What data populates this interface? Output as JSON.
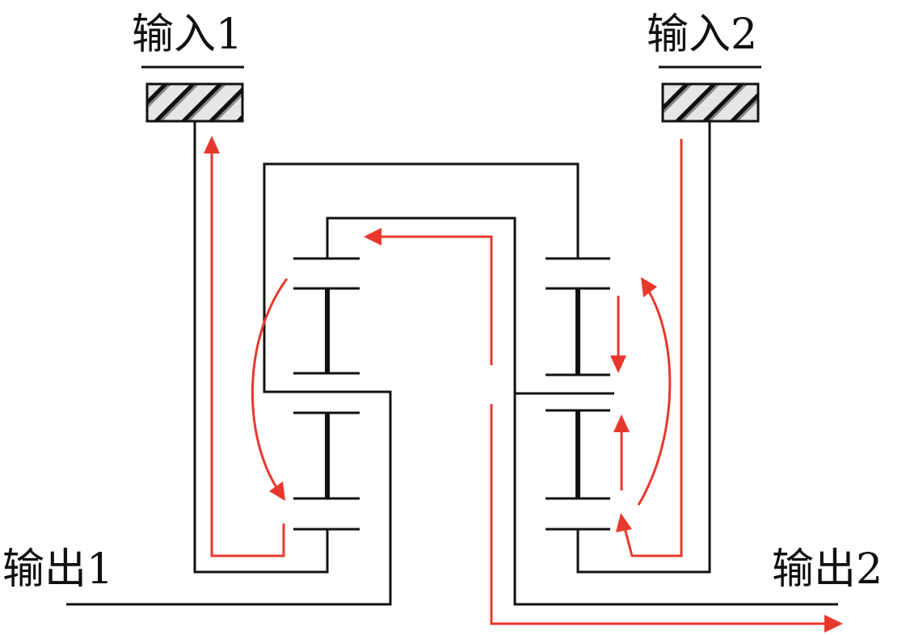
{
  "labels": {
    "input1": "输入1",
    "input2": "输入2",
    "output1": "输出1",
    "output2": "输出2"
  },
  "colors": {
    "line": "#111111",
    "flow_arrow": "#e8382d",
    "hatch_bg": "#d9d9d9",
    "hatch_line": "#111111"
  }
}
